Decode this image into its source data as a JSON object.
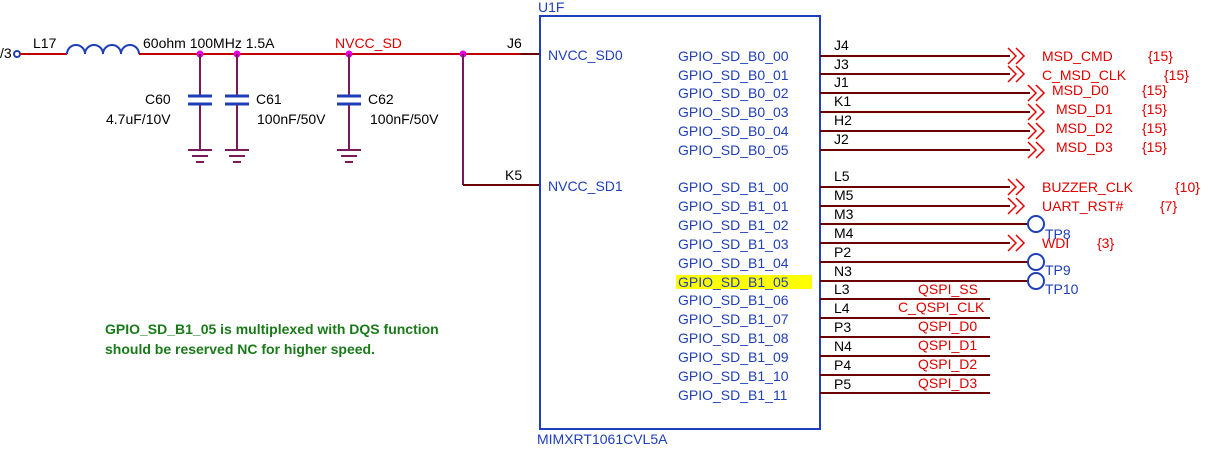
{
  "chip": {
    "ref": "U1F",
    "part": "MIMXRT1061CVL5A",
    "left_pins": [
      {
        "name": "NVCC_SD0",
        "number": "J6"
      },
      {
        "name": "NVCC_SD1",
        "number": "K5"
      }
    ],
    "right_pins": [
      {
        "name": "GPIO_SD_B0_00",
        "number": "J4"
      },
      {
        "name": "GPIO_SD_B0_01",
        "number": "J3"
      },
      {
        "name": "GPIO_SD_B0_02",
        "number": "J1"
      },
      {
        "name": "GPIO_SD_B0_03",
        "number": "K1"
      },
      {
        "name": "GPIO_SD_B0_04",
        "number": "H2"
      },
      {
        "name": "GPIO_SD_B0_05",
        "number": "J2"
      },
      {
        "name": "GPIO_SD_B1_00",
        "number": "L5"
      },
      {
        "name": "GPIO_SD_B1_01",
        "number": "M5"
      },
      {
        "name": "GPIO_SD_B1_02",
        "number": "M3"
      },
      {
        "name": "GPIO_SD_B1_03",
        "number": "M4"
      },
      {
        "name": "GPIO_SD_B1_04",
        "number": "P2"
      },
      {
        "name": "GPIO_SD_B1_05",
        "number": "N3"
      },
      {
        "name": "GPIO_SD_B1_06",
        "number": "L3"
      },
      {
        "name": "GPIO_SD_B1_07",
        "number": "L4"
      },
      {
        "name": "GPIO_SD_B1_08",
        "number": "P3"
      },
      {
        "name": "GPIO_SD_B1_09",
        "number": "N4"
      },
      {
        "name": "GPIO_SD_B1_10",
        "number": "P4"
      },
      {
        "name": "GPIO_SD_B1_11",
        "number": "P5"
      }
    ]
  },
  "nets": {
    "msd_cmd": "MSD_CMD",
    "c_msd_clk": "C_MSD_CLK",
    "msd_d0": "MSD_D0",
    "msd_d1": "MSD_D1",
    "msd_d2": "MSD_D2",
    "msd_d3": "MSD_D3",
    "buzzer_clk": "BUZZER_CLK",
    "uart_rst": "UART_RST#",
    "wdi": "WDI",
    "qspi_ss": "QSPI_SS",
    "c_qspi_clk": "C_QSPI_CLK",
    "qspi_d0": "QSPI_D0",
    "qspi_d1": "QSPI_D1",
    "qspi_d2": "QSPI_D2",
    "qspi_d3": "QSPI_D3",
    "nvcc_sd": "NVCC_SD",
    "v3_fragment": "/3"
  },
  "refs": {
    "p15": "{15}",
    "p10": "{10}",
    "p7": "{7}",
    "p3": "{3}"
  },
  "testpoints": {
    "tp8": "TP8",
    "tp9": "TP9",
    "tp10": "TP10"
  },
  "components": {
    "l17_ref": "L17",
    "l17_value": "60ohm 100MHz 1.5A",
    "c60_ref": "C60",
    "c60_value": "4.7uF/10V",
    "c61_ref": "C61",
    "c61_value": "100nF/50V",
    "c62_ref": "C62",
    "c62_value": "100nF/50V"
  },
  "note": {
    "line1": "GPIO_SD_B1_05 is multiplexed with DQS function",
    "line2": "should be reserved NC for higher speed."
  },
  "colors": {
    "highlight": "#ffff00",
    "net_label": "#e00000",
    "component": "#1f3fb8",
    "note": "#1a7a1a"
  }
}
